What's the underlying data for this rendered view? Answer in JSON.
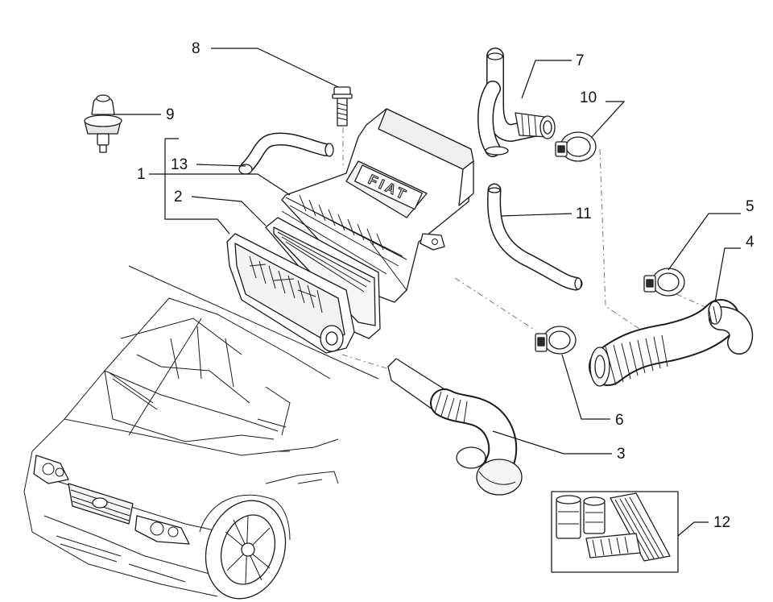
{
  "diagram": {
    "brand_text": "FIAT",
    "callouts": [
      {
        "id": "1",
        "text": "1"
      },
      {
        "id": "2",
        "text": "2"
      },
      {
        "id": "3",
        "text": "3"
      },
      {
        "id": "4",
        "text": "4"
      },
      {
        "id": "5",
        "text": "5"
      },
      {
        "id": "6",
        "text": "6"
      },
      {
        "id": "7",
        "text": "7"
      },
      {
        "id": "8",
        "text": "8"
      },
      {
        "id": "9",
        "text": "9"
      },
      {
        "id": "10",
        "text": "10"
      },
      {
        "id": "11",
        "text": "11"
      },
      {
        "id": "12",
        "text": "12"
      },
      {
        "id": "13",
        "text": "13"
      }
    ]
  }
}
